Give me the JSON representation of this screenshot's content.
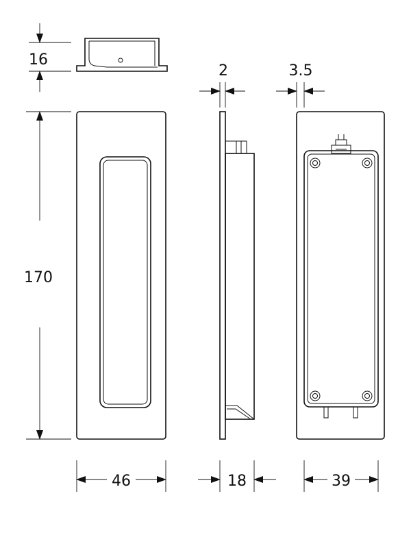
{
  "dimensions": {
    "depth": "16",
    "height": "170",
    "plate_thickness": "2",
    "edge_offset": "3.5",
    "front_width": "46",
    "side_depth": "18",
    "back_width": "39"
  }
}
